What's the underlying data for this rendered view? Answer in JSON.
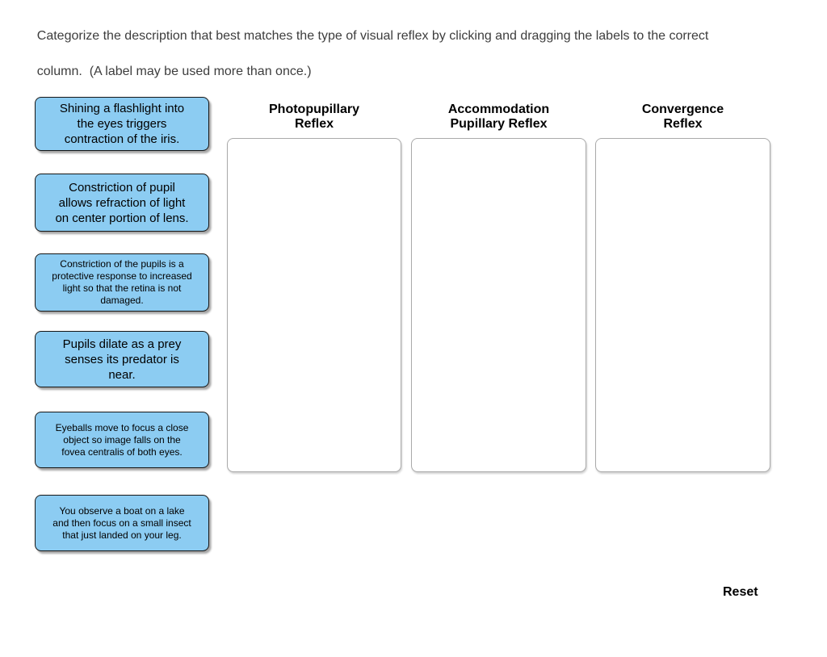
{
  "instructions": {
    "line1": "Categorize the description that best matches the type of visual reflex by clicking and dragging the labels to the correct",
    "line2": "column.  (A label may be used more than once.)"
  },
  "labels": [
    {
      "text": "Shining a flashlight into\nthe eyes triggers\ncontraction of the iris."
    },
    {
      "text": "Constriction of pupil\nallows refraction of light\non center portion of lens."
    },
    {
      "text": "Constriction of the pupils is a\nprotective response to increased\nlight so that the retina is not\ndamaged."
    },
    {
      "text": "Pupils dilate as a prey\nsenses its predator is\nnear."
    },
    {
      "text": "Eyeballs move to focus a close\nobject so image falls on the\nfovea centralis of both eyes."
    },
    {
      "text": "You observe a boat on a lake\nand then focus on a small insect\nthat just landed on your leg."
    }
  ],
  "columns": [
    {
      "title": "Photopupillary\nReflex"
    },
    {
      "title": "Accommodation\nPupillary Reflex"
    },
    {
      "title": "Convergence\nReflex"
    }
  ],
  "reset_label": "Reset",
  "colors": {
    "label_fill": "#8cccf2",
    "label_border": "#161616",
    "zone_border": "#aaaaaa",
    "instruction_text": "#3d3d3d",
    "heading_text": "#000000"
  }
}
